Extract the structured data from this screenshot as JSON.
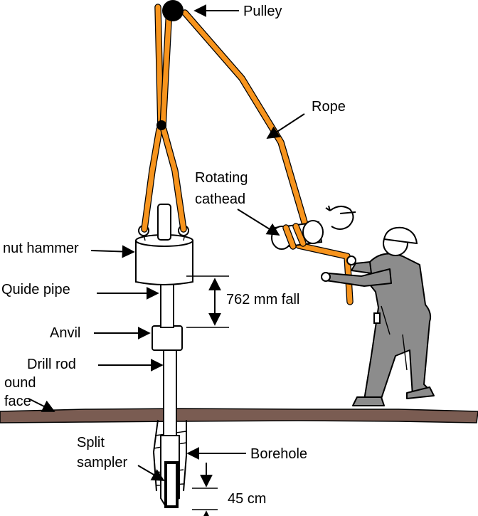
{
  "labels": {
    "pulley": "Pulley",
    "rope": "Rope",
    "rotating_cathead_line1": "Rotating",
    "rotating_cathead_line2": "cathead",
    "donut_hammer": "nut hammer",
    "guide_pipe": "Quide pipe",
    "fall": "762 mm fall",
    "anvil": "Anvil",
    "drill_rod": "Drill rod",
    "ground_surface_line1": "ound",
    "ground_surface_line2": "face",
    "split_sampler_line1": "Split",
    "split_sampler_line2": "sampler",
    "borehole": "Borehole",
    "penetration": "45 cm"
  },
  "colors": {
    "rope": "#f7941d",
    "ground": "#7a5c52",
    "worker": "#8c8c8c",
    "pulley": "#000000"
  }
}
